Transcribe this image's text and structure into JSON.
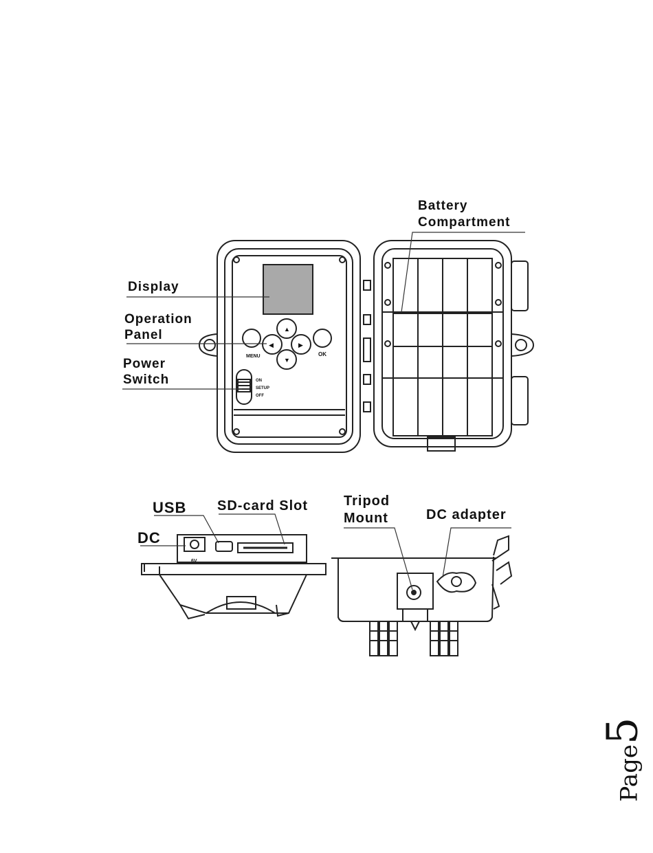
{
  "labels": {
    "battery_line1": "Battery",
    "battery_line2": "Compartment",
    "display": "Display",
    "operation_line1": "Operation",
    "operation_line2": "Panel",
    "power_line1": "Power",
    "power_line2": "Switch",
    "usb": "USB",
    "sd_slot": "SD-card Slot",
    "dc": "DC",
    "tripod_line1": "Tripod",
    "tripod_line2": "Mount",
    "dc_adapter": "DC adapter"
  },
  "buttons": {
    "menu": "MENU",
    "ok": "OK",
    "up": "▲",
    "down": "▼",
    "left": "◀",
    "right": "▶"
  },
  "switch": {
    "on": "ON",
    "setup": "SETUP",
    "off": "OFF"
  },
  "dc_port_voltage": "6V",
  "page": {
    "word": "Page",
    "number": "5"
  }
}
